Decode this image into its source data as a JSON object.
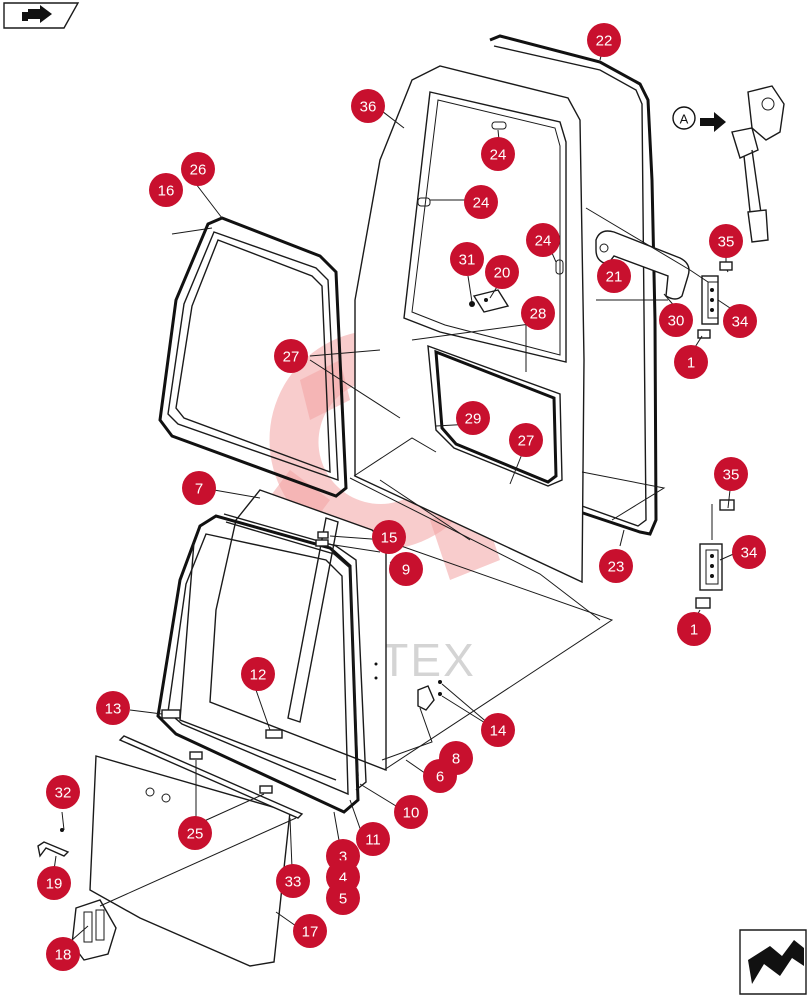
{
  "diagram": {
    "watermark_text": "ИНТЕХ",
    "view_marker": "A",
    "callouts": [
      {
        "id": "c-22",
        "label": "22"
      },
      {
        "id": "c-36",
        "label": "36"
      },
      {
        "id": "c-24a",
        "label": "24"
      },
      {
        "id": "c-24b",
        "label": "24"
      },
      {
        "id": "c-24c",
        "label": "24"
      },
      {
        "id": "c-26",
        "label": "26"
      },
      {
        "id": "c-16",
        "label": "16"
      },
      {
        "id": "c-31",
        "label": "31"
      },
      {
        "id": "c-20",
        "label": "20"
      },
      {
        "id": "c-21",
        "label": "21"
      },
      {
        "id": "c-35a",
        "label": "35"
      },
      {
        "id": "c-30",
        "label": "30"
      },
      {
        "id": "c-34a",
        "label": "34"
      },
      {
        "id": "c-1a",
        "label": "1"
      },
      {
        "id": "c-28",
        "label": "28"
      },
      {
        "id": "c-27a",
        "label": "27"
      },
      {
        "id": "c-29",
        "label": "29"
      },
      {
        "id": "c-27b",
        "label": "27"
      },
      {
        "id": "c-35b",
        "label": "35"
      },
      {
        "id": "c-34b",
        "label": "34"
      },
      {
        "id": "c-23",
        "label": "23"
      },
      {
        "id": "c-7",
        "label": "7"
      },
      {
        "id": "c-15",
        "label": "15"
      },
      {
        "id": "c-9",
        "label": "9"
      },
      {
        "id": "c-1b",
        "label": "1"
      },
      {
        "id": "c-12",
        "label": "12"
      },
      {
        "id": "c-13",
        "label": "13"
      },
      {
        "id": "c-14",
        "label": "14"
      },
      {
        "id": "c-8",
        "label": "8"
      },
      {
        "id": "c-6",
        "label": "6"
      },
      {
        "id": "c-10",
        "label": "10"
      },
      {
        "id": "c-11",
        "label": "11"
      },
      {
        "id": "c-32",
        "label": "32"
      },
      {
        "id": "c-25",
        "label": "25"
      },
      {
        "id": "c-3",
        "label": "3"
      },
      {
        "id": "c-4",
        "label": "4"
      },
      {
        "id": "c-5",
        "label": "5"
      },
      {
        "id": "c-33",
        "label": "33"
      },
      {
        "id": "c-19",
        "label": "19"
      },
      {
        "id": "c-17",
        "label": "17"
      },
      {
        "id": "c-18",
        "label": "18"
      }
    ]
  }
}
